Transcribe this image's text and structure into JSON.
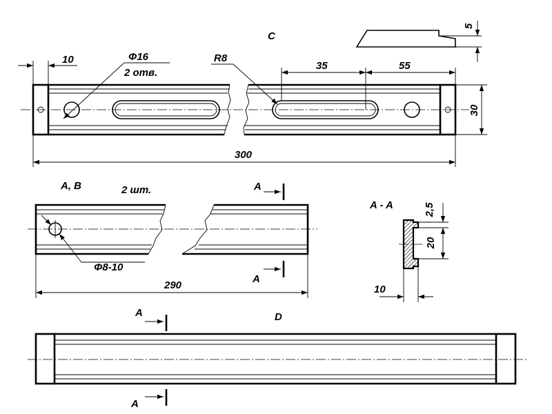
{
  "part_c": {
    "label": "C",
    "dim_hole_offset": "10",
    "hole_diameter": "Φ16",
    "hole_count": "2 отв.",
    "slot_radius": "R8",
    "dim_slot_length": "35",
    "dim_hole_spacing": "55",
    "dim_height": "30",
    "dim_total_length": "300",
    "dim_profile_height": "5"
  },
  "part_ab": {
    "label": "A, B",
    "quantity": "2 шт.",
    "hole_diameter": "Φ8-10",
    "dim_total_length": "290",
    "section_mark": "A"
  },
  "section_aa": {
    "label": "A - A",
    "dim_lip": "2,5",
    "dim_height": "20",
    "dim_width": "10"
  },
  "part_d": {
    "label": "D",
    "section_mark": "A"
  }
}
